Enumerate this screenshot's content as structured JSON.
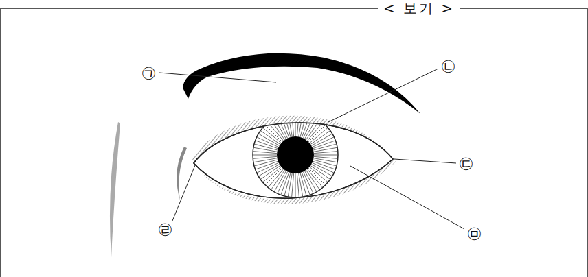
{
  "diagram": {
    "title": "< 보기 >",
    "labels": [
      "㉠",
      "㉡",
      "㉢",
      "㉣",
      "㉤"
    ]
  }
}
